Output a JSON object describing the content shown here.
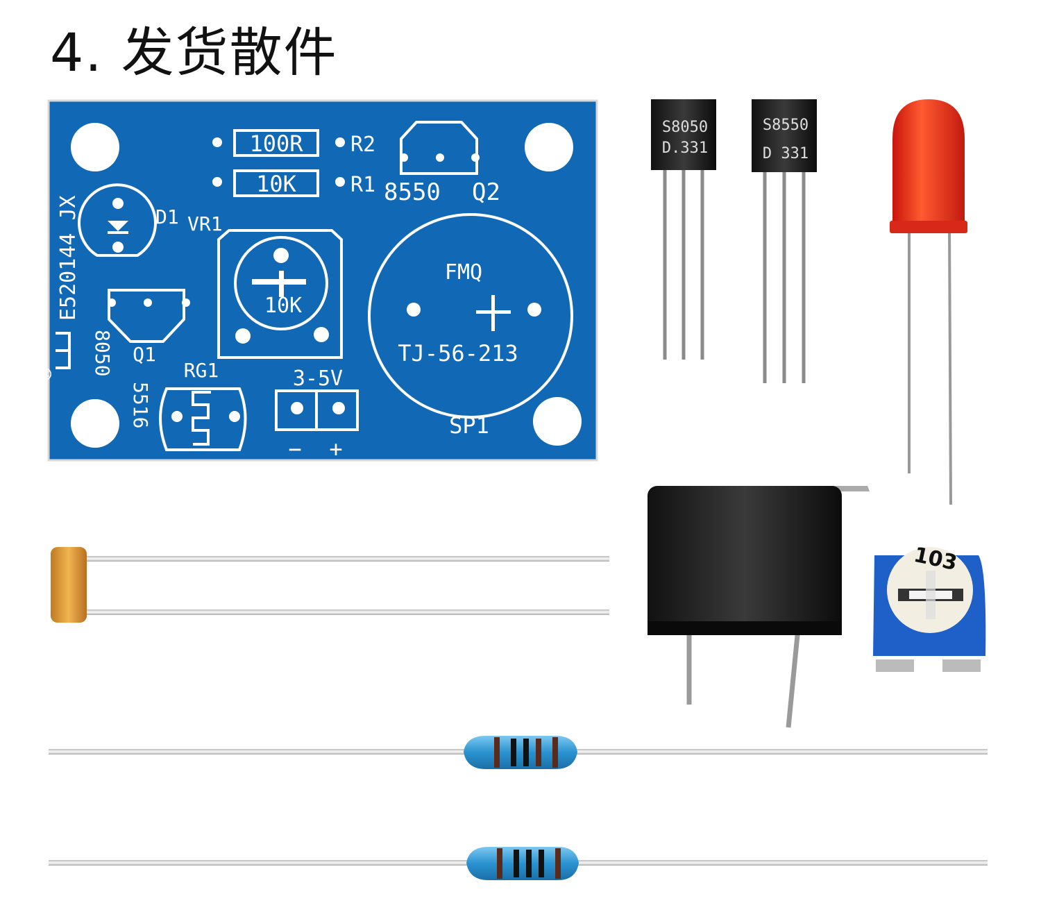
{
  "title": "4. 发货散件",
  "pcb": {
    "r2_value": "100R",
    "r2_label": "R2",
    "r1_value": "10K",
    "r1_label": "R1",
    "q2_type": "8550",
    "q2_label": "Q2",
    "d1_label": "D1",
    "vr1_label": "VR1",
    "vr1_value": "10K",
    "buzzer_name": "FMQ",
    "buzzer_model": "TJ-56-213",
    "buzzer_label": "SP1",
    "q1_label": "Q1",
    "q1_type": "8050",
    "ldr_label": "RG1",
    "ldr_type": "5516",
    "power_label": "3-5V",
    "minus": "−",
    "plus": "+",
    "board_code": "E520144 JX",
    "registered": "®"
  },
  "transistor1": {
    "line1": "S8050",
    "line2": "D.331"
  },
  "transistor2": {
    "line1": "S8550",
    "line2": "D 331"
  },
  "trimmer": {
    "code": "103"
  },
  "colors": {
    "pcb": "#1168b4",
    "led": "#e8261c",
    "ldr": "#e0a040",
    "resistor": "#3aa0d8"
  }
}
